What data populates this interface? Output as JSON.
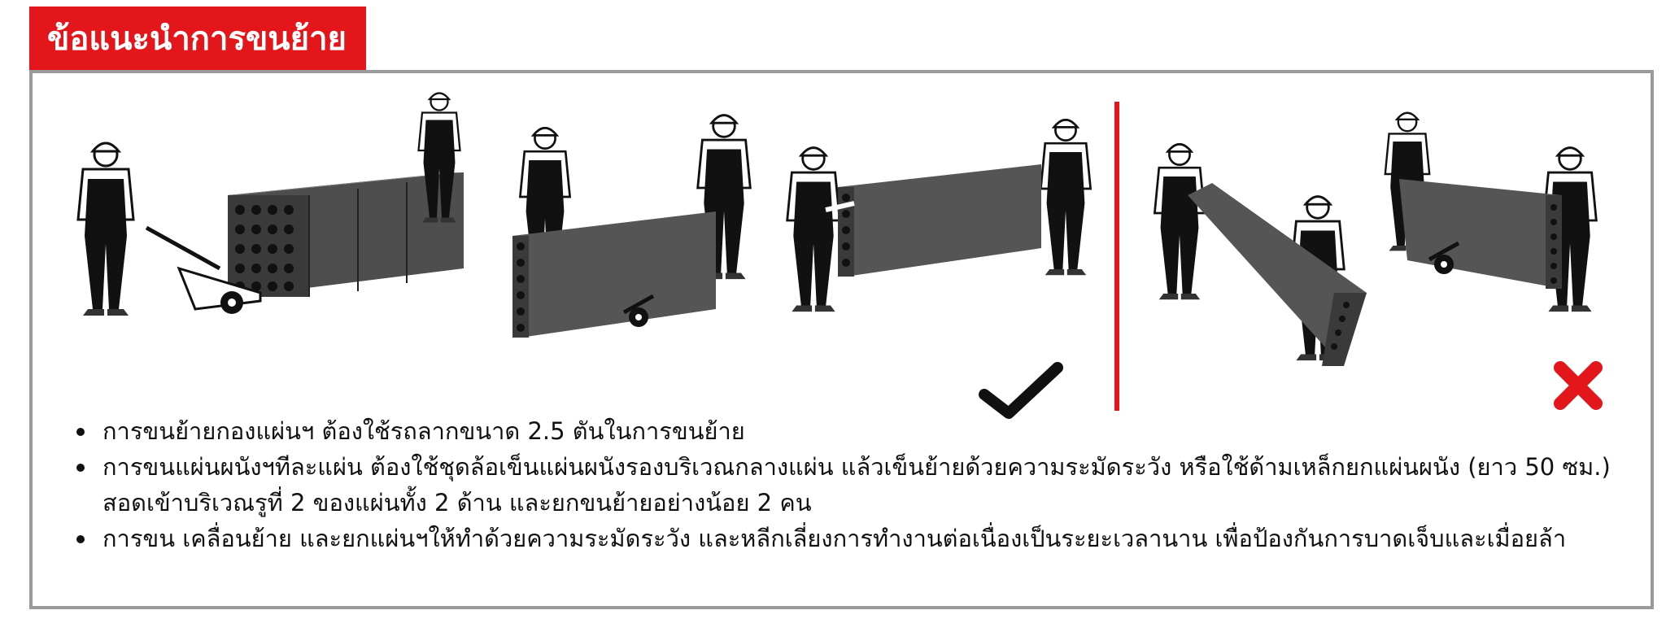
{
  "header": {
    "title": "ข้อแนะนำการขนย้าย"
  },
  "colors": {
    "accent": "#e3161c",
    "frame": "#9a9a9a",
    "panel": "#5a5a5a"
  },
  "illustration": {
    "correct_mark": "check-icon",
    "incorrect_mark": "cross-icon"
  },
  "notes": [
    "การขนย้ายกองแผ่นฯ ต้องใช้รถลากขนาด 2.5 ตันในการขนย้าย",
    "การขนแผ่นผนังฯทีละแผ่น ต้องใช้ชุดล้อเข็นแผ่นผนังรองบริเวณกลางแผ่น แล้วเข็นย้ายด้วยความระมัดระวัง หรือใช้ด้ามเหล็กยกแผ่นผนัง (ยาว 50 ซม.) สอดเข้าบริเวณรูที่ 2 ของแผ่นทั้ง 2 ด้าน และยกขนย้ายอย่างน้อย 2 คน",
    "การขน เคลื่อนย้าย และยกแผ่นฯให้ทำด้วยความระมัดระวัง และหลีกเลี่ยงการทำงานต่อเนื่องเป็นระยะเวลานาน เพื่อป้องกันการบาดเจ็บและเมื่อยล้า"
  ]
}
